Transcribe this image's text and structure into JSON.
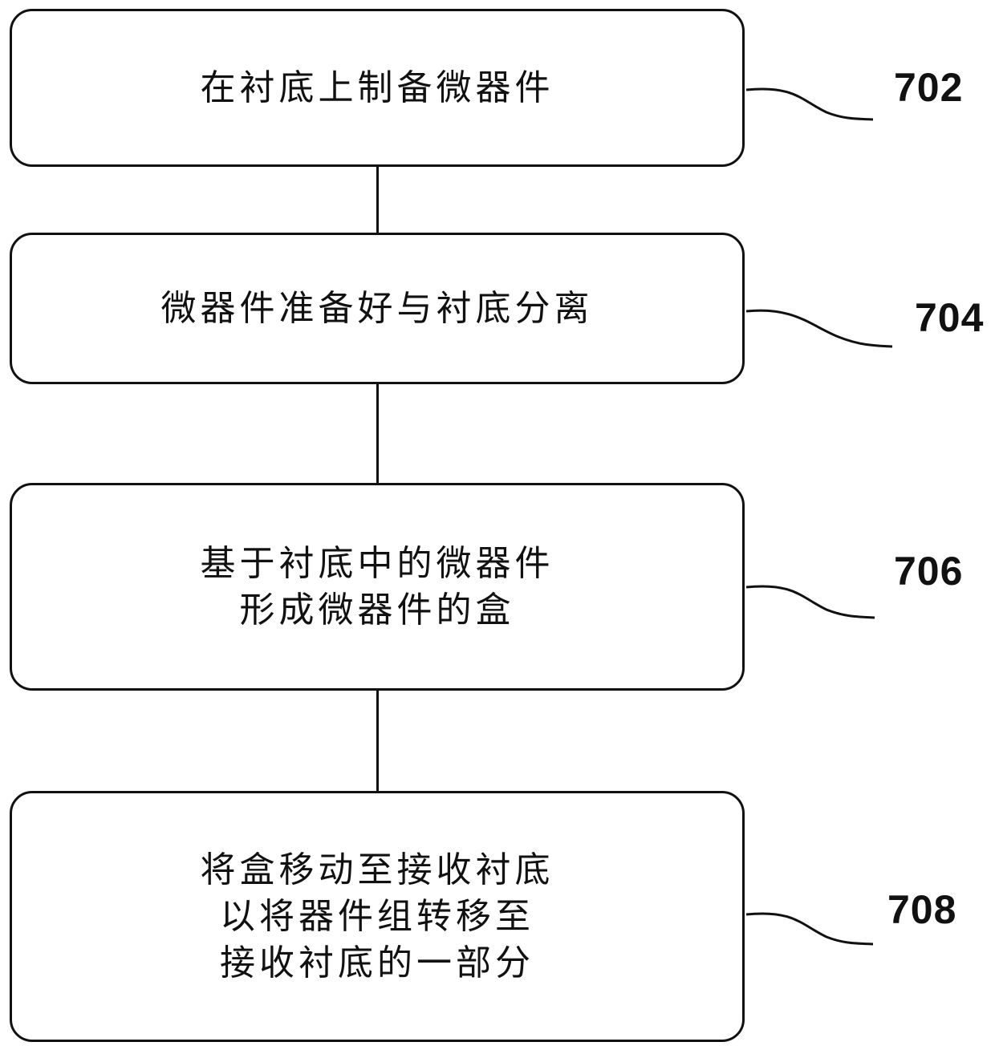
{
  "steps": [
    {
      "ref": "702",
      "lines": [
        "在衬底上制备微器件"
      ]
    },
    {
      "ref": "704",
      "lines": [
        "微器件准备好与衬底分离"
      ]
    },
    {
      "ref": "706",
      "lines": [
        "基于衬底中的微器件",
        "形成微器件的盒"
      ]
    },
    {
      "ref": "708",
      "lines": [
        "将盒移动至接收衬底",
        "以将器件组转移至",
        "接收衬底的一部分"
      ]
    }
  ]
}
